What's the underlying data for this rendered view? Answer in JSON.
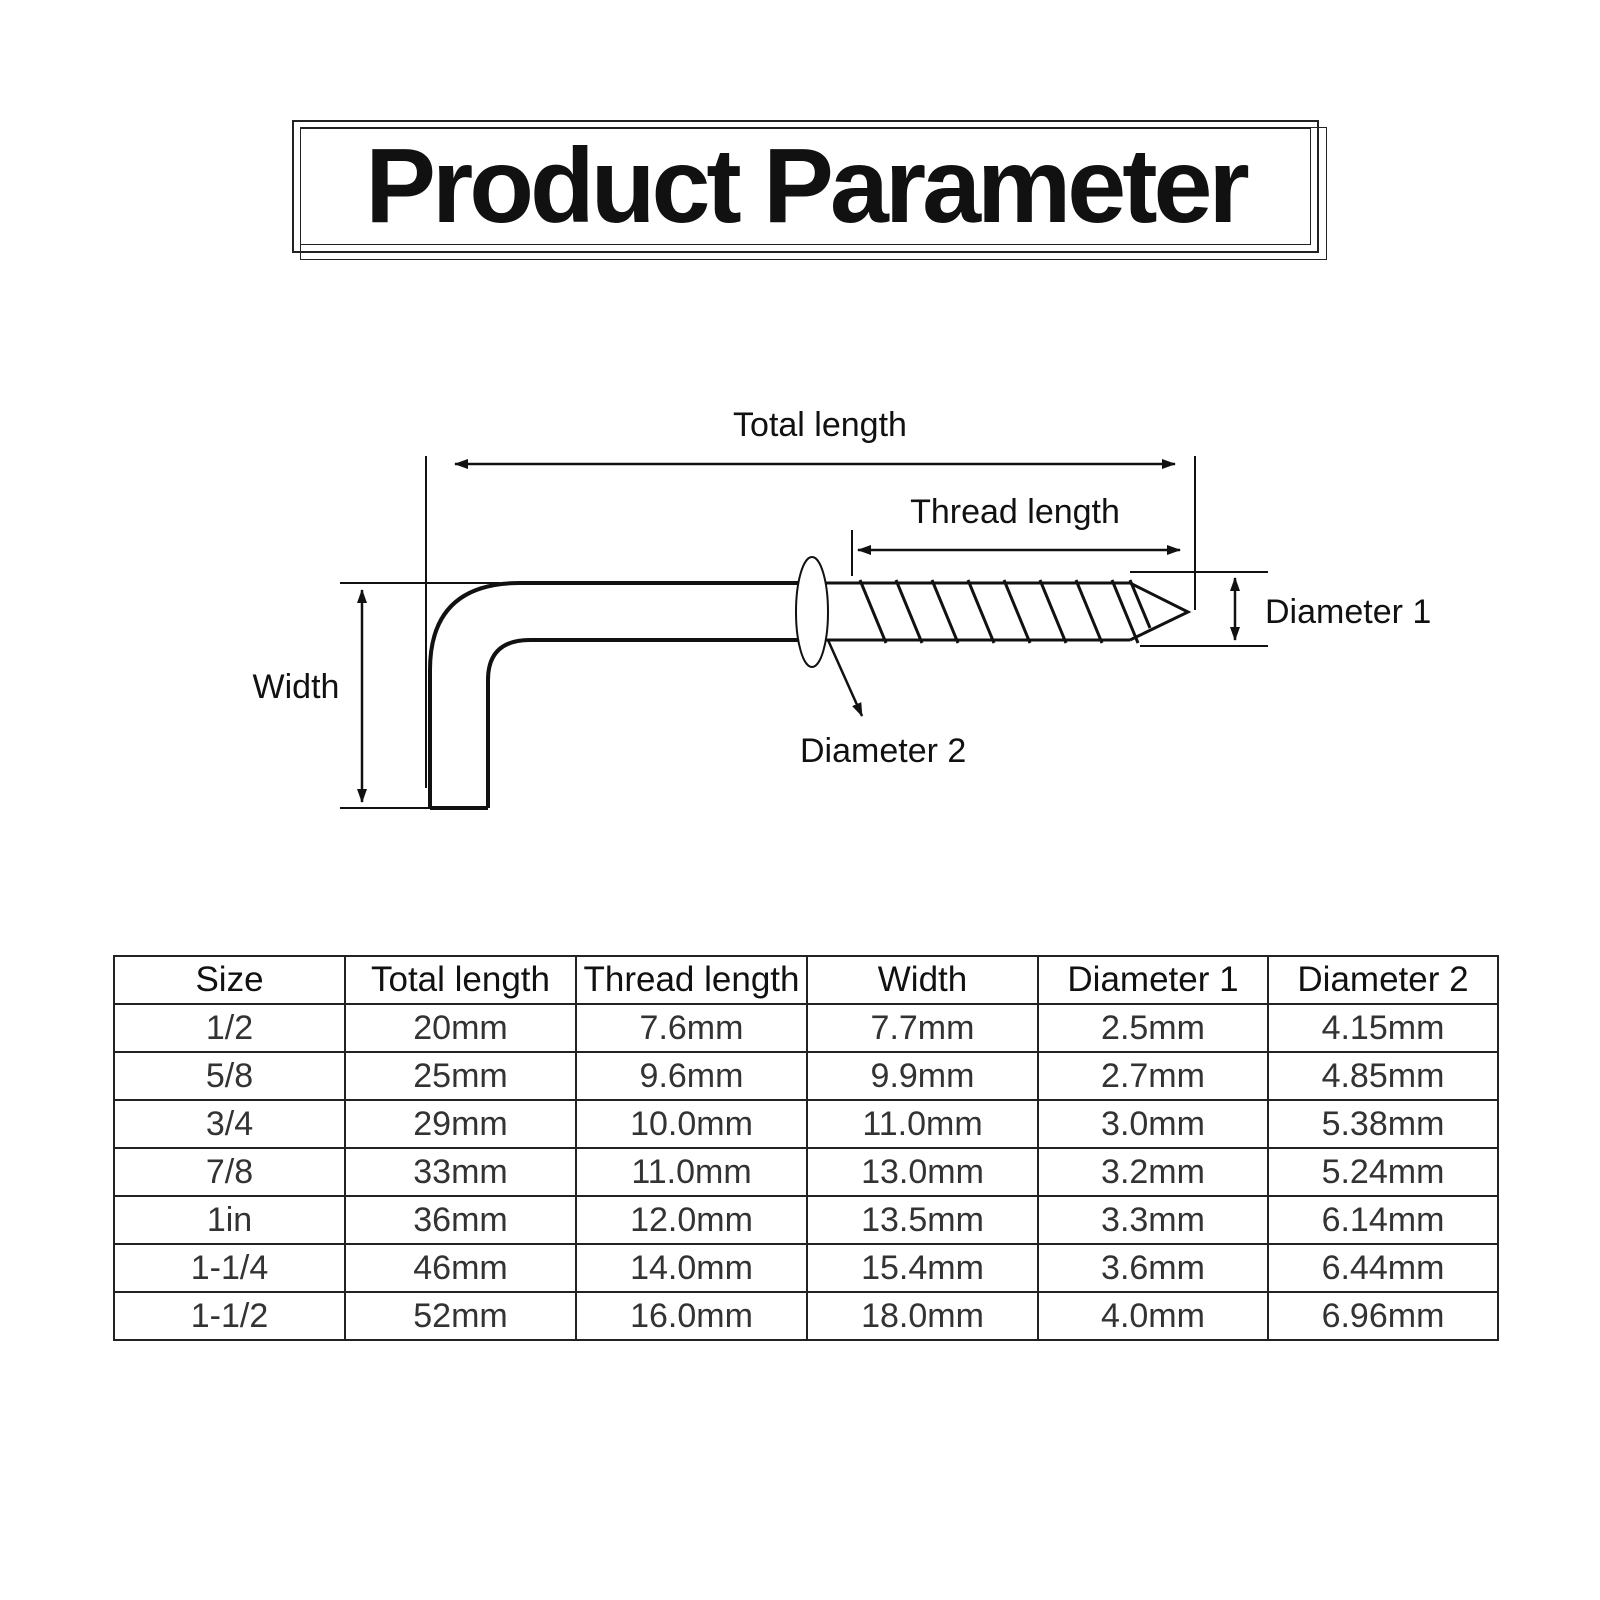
{
  "title": "Product Parameter",
  "diagram": {
    "labels": {
      "total_length": "Total length",
      "thread_length": "Thread length",
      "width": "Width",
      "diameter_1": "Diameter 1",
      "diameter_2": "Diameter 2"
    }
  },
  "table": {
    "headers": [
      "Size",
      "Total length",
      "Thread length",
      "Width",
      "Diameter 1",
      "Diameter 2"
    ],
    "rows": [
      [
        "1/2",
        "20mm",
        "7.6mm",
        "7.7mm",
        "2.5mm",
        "4.15mm"
      ],
      [
        "5/8",
        "25mm",
        "9.6mm",
        "9.9mm",
        "2.7mm",
        "4.85mm"
      ],
      [
        "3/4",
        "29mm",
        "10.0mm",
        "11.0mm",
        "3.0mm",
        "5.38mm"
      ],
      [
        "7/8",
        "33mm",
        "11.0mm",
        "13.0mm",
        "3.2mm",
        "5.24mm"
      ],
      [
        "1in",
        "36mm",
        "12.0mm",
        "13.5mm",
        "3.3mm",
        "6.14mm"
      ],
      [
        "1-1/4",
        "46mm",
        "14.0mm",
        "15.4mm",
        "3.6mm",
        "6.44mm"
      ],
      [
        "1-1/2",
        "52mm",
        "16.0mm",
        "18.0mm",
        "4.0mm",
        "6.96mm"
      ]
    ]
  }
}
